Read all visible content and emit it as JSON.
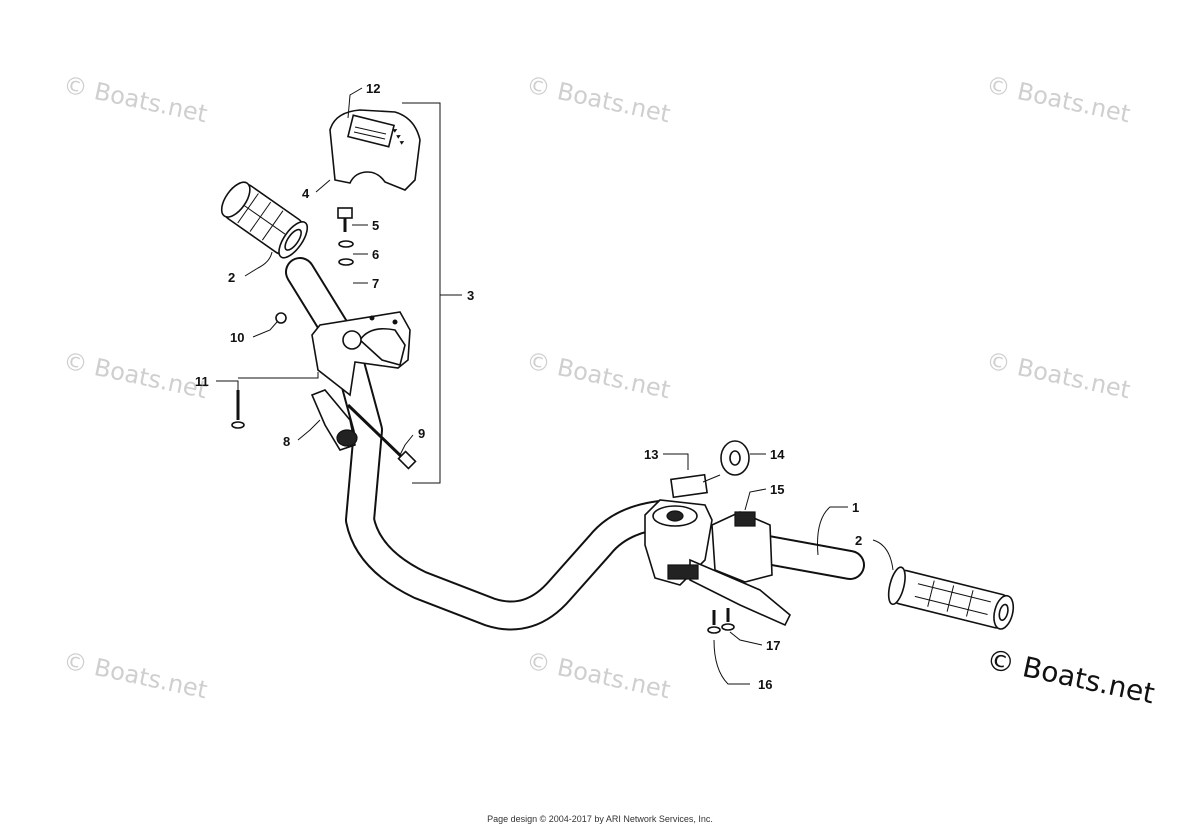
{
  "watermark": {
    "text": "© Boats.net"
  },
  "callouts": [
    "1",
    "2",
    "2",
    "3",
    "4",
    "5",
    "6",
    "7",
    "8",
    "9",
    "10",
    "11",
    "12",
    "13",
    "14",
    "15",
    "16",
    "17"
  ],
  "footer": {
    "text": "Page design © 2004-2017 by ARI Network Services, Inc."
  }
}
